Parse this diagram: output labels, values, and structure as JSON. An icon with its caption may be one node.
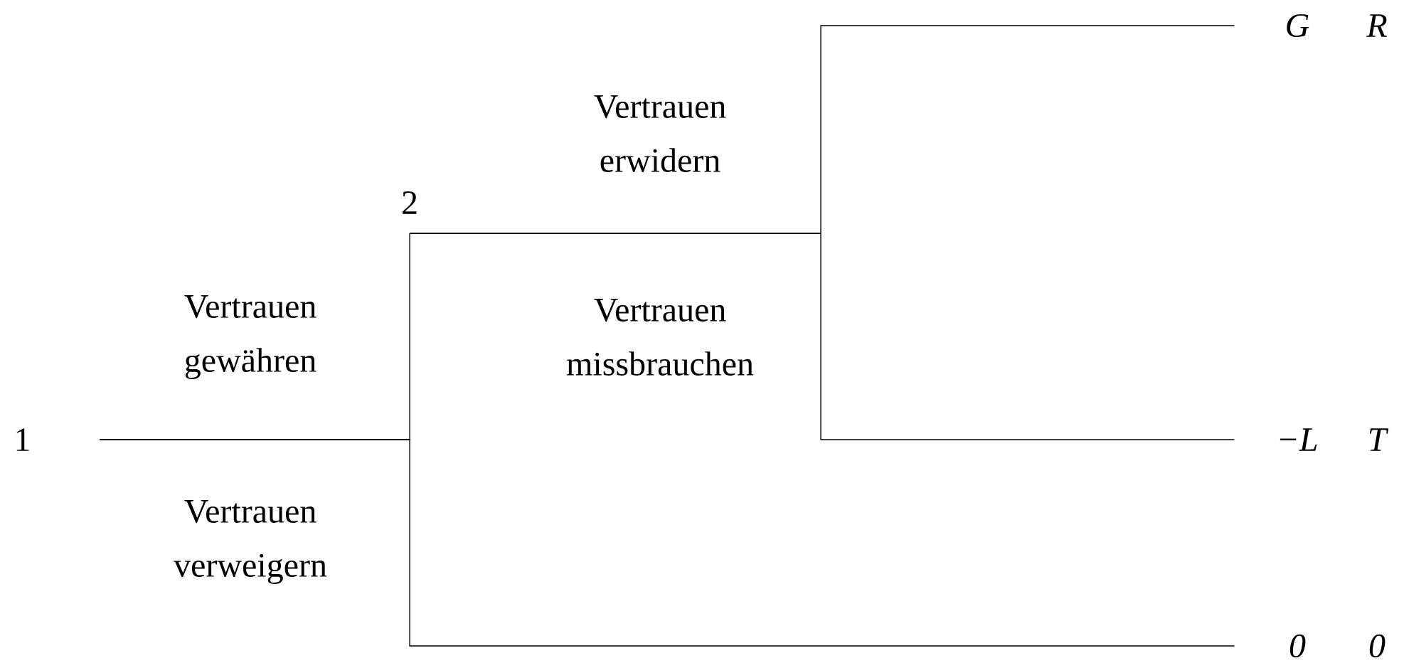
{
  "diagram": {
    "nodes": [
      {
        "text": [
          "1"
        ]
      },
      {
        "text": [
          "2"
        ]
      },
      {
        "text": [
          "G",
          "R"
        ]
      },
      {
        "text": [
          "−L",
          "T"
        ]
      },
      {
        "text": [
          "0",
          "0"
        ]
      }
    ],
    "edges": [
      {
        "from": 0,
        "to": 1,
        "arrow": "none",
        "label": "Vertrauen gewähren"
      },
      {
        "from": 0,
        "to": 4,
        "arrow": "none",
        "label": "Vertrauen verweigern"
      },
      {
        "from": 1,
        "to": 2,
        "arrow": "none",
        "label": "Vertrauen erwidern"
      },
      {
        "from": 1,
        "to": 3,
        "arrow": "none",
        "label": "Vertrauen missbrauchen"
      }
    ]
  }
}
